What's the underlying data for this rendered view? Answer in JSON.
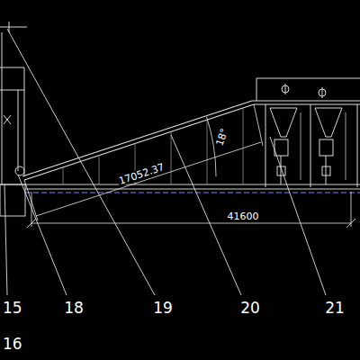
{
  "diagram": {
    "labels": [
      "15",
      "16",
      "18",
      "19",
      "20",
      "21",
      "41600",
      "17052.37",
      "18°"
    ]
  }
}
